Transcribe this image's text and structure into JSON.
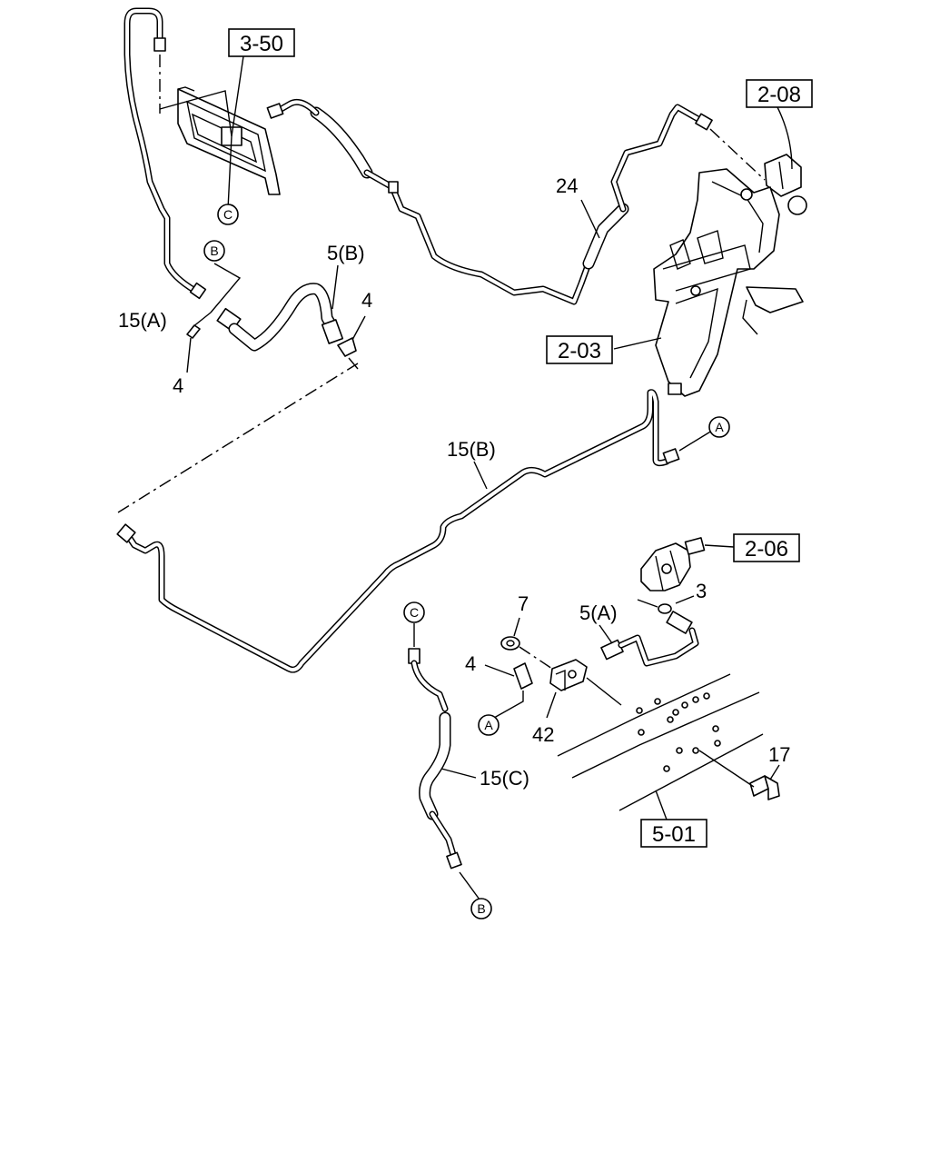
{
  "refs": {
    "r350": "3-50",
    "r208": "2-08",
    "r203": "2-03",
    "r206": "2-06",
    "r501": "5-01"
  },
  "callouts": {
    "c24": "24",
    "c15a": "15(A)",
    "c15b": "15(B)",
    "c15c": "15(C)",
    "c5b": "5(B)",
    "c5a": "5(A)",
    "c4_top_right": "4",
    "c4_top_left": "4",
    "c4_bottom": "4",
    "c7": "7",
    "c3": "3",
    "c42": "42",
    "c17": "17"
  },
  "connectors": {
    "a_right": "A",
    "a_bottom": "A",
    "b_top": "B",
    "b_bottom": "B",
    "c_top": "C",
    "c_bottom": "C"
  }
}
